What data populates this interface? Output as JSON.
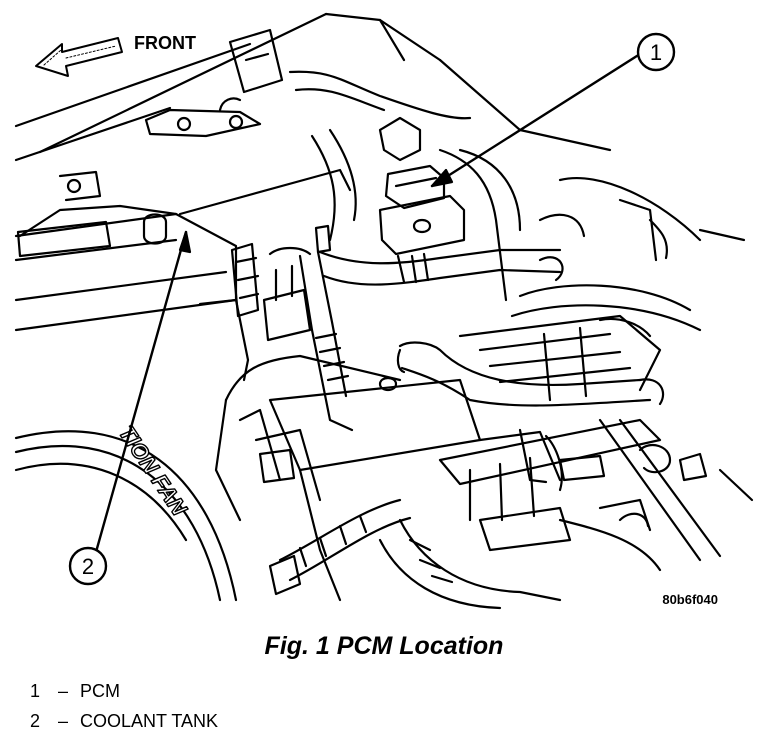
{
  "figure": {
    "direction_label": "FRONT",
    "image_code": "80b6f040",
    "fan_lettering": "TION FAN",
    "callouts": [
      {
        "number": "1"
      },
      {
        "number": "2"
      }
    ]
  },
  "caption": "Fig. 1 PCM Location",
  "legend": [
    {
      "number": "1",
      "dash": "–",
      "label": "PCM"
    },
    {
      "number": "2",
      "dash": "–",
      "label": "COOLANT TANK"
    }
  ]
}
